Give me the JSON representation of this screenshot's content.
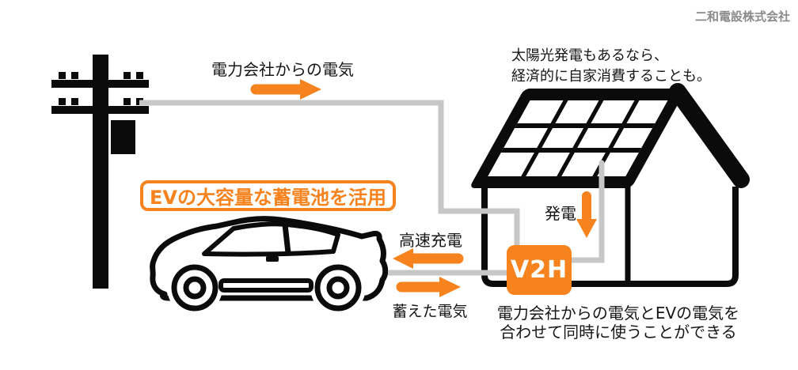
{
  "colors": {
    "accent_orange": "#F6831E",
    "wire_gray": "#C7C7C7",
    "company_gray": "#8A8A8A"
  },
  "header": {
    "company_name": "二和電設株式会社"
  },
  "labels": {
    "grid_power": "電力会社からの電気",
    "solar_note": "太陽光発電もあるなら、\n経済的に自家消費することも。",
    "ev_badge": "EVの大容量な蓄電池を活用",
    "fast_charge": "高速充電",
    "stored_power": "蓄えた電気",
    "generation": "発電",
    "v2h": "V2H",
    "v2h_note": "電力会社からの電気とEVの電気を\n合わせて同時に使うことができる"
  },
  "icons": {
    "pole": "utility-pole-icon",
    "house": "solar-house-icon",
    "solar_panel": "solar-panel-icon",
    "car": "ev-car-icon",
    "wires": "power-wire-lines",
    "arrow_grid_supply": "right-arrow-icon",
    "arrow_fast_charge": "left-arrow-icon",
    "arrow_stored_power": "right-arrow-icon",
    "arrow_generation": "down-arrow-icon"
  }
}
